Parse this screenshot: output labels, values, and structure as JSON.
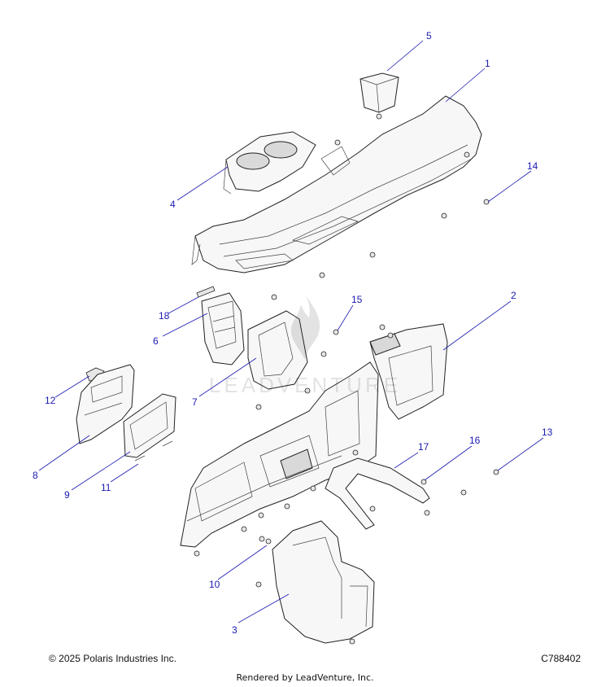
{
  "diagram": {
    "callouts": [
      "1",
      "2",
      "3",
      "4",
      "5",
      "6",
      "7",
      "8",
      "9",
      "10",
      "11",
      "12",
      "13",
      "14",
      "15",
      "16",
      "17",
      "18"
    ]
  },
  "footer": {
    "copyright": "© 2025 Polaris Industries Inc.",
    "figure_code": "C788402",
    "rendered_by": "Rendered by LeadVenture, Inc."
  },
  "watermark": {
    "text": "LEADVENTURE"
  },
  "colors": {
    "callout": "#1a1ab0",
    "line": "#222222",
    "part_fill": "#f7f7f7"
  }
}
